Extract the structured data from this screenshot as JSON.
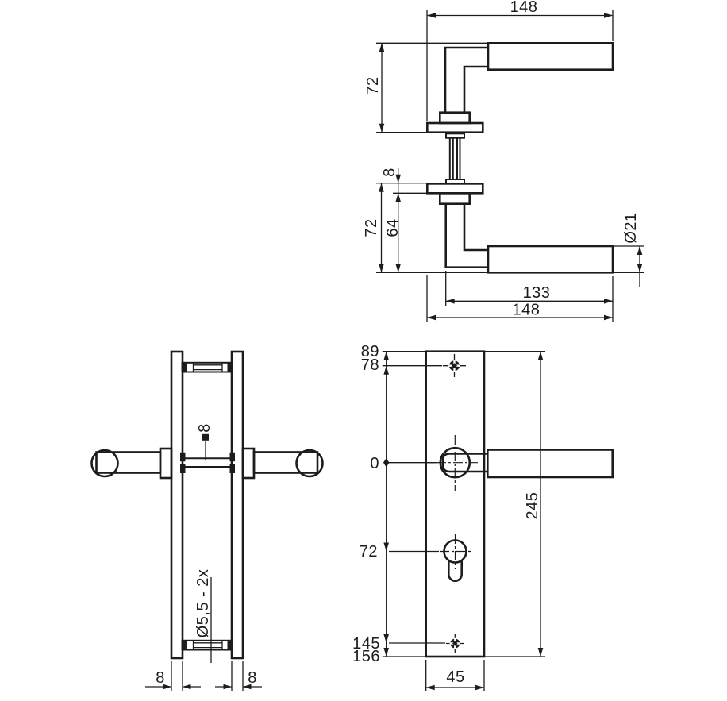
{
  "drawing": {
    "background": "#ffffff",
    "line_color": "#1c1c1c",
    "lever_side_view": {
      "total_length_top": "148",
      "upper_height": "72",
      "rose_thickness": "8",
      "lower_height": "72",
      "inner_height": "64",
      "grip_diameter": "Ø21",
      "grip_length": "133",
      "total_length_bottom": "148"
    },
    "backplate_side_view": {
      "spindle_square": "8",
      "screw_hole_note": "Ø5,5 - 2x",
      "plate_thickness_left": "8",
      "plate_thickness_right": "8"
    },
    "backplate_front_view": {
      "plate_top": "89",
      "top_screw": "78",
      "datum": "0",
      "cylinder": "72",
      "bottom_screw": "145",
      "plate_bottom": "156",
      "plate_height": "245",
      "plate_width": "45"
    }
  }
}
